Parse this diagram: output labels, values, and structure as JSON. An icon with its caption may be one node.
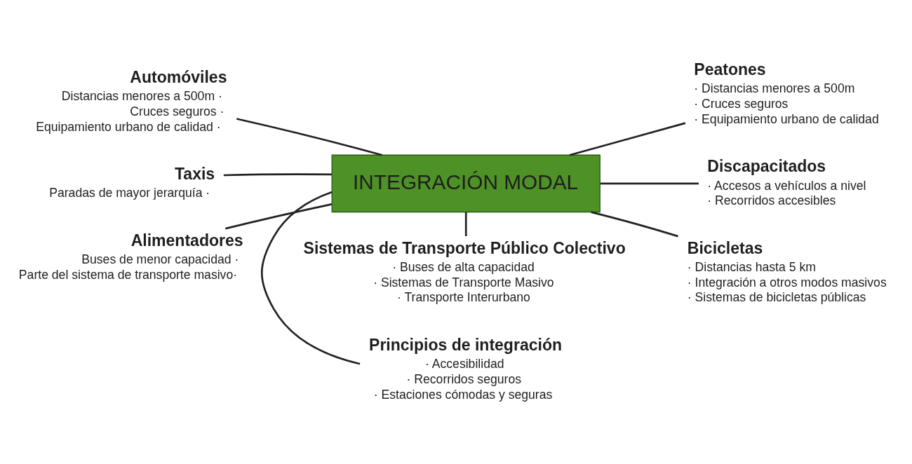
{
  "diagram": {
    "nodes": [
      {
        "text": [
          "INTEGRACIÓN MODAL"
        ]
      },
      {
        "text": [
          "Principios de integración",
          "· Accesibilidad",
          "· Recorridos seguros",
          "· Estaciones cómodas y seguras"
        ]
      },
      {
        "text": [
          "Automóviles",
          "Distancias menores a 500m ·",
          "Cruces seguros ·",
          "Equipamiento urbano de calidad ·"
        ]
      },
      {
        "text": [
          "Peatones",
          "· Distancias menores a 500m",
          "· Cruces seguros",
          "· Equipamiento urbano de calidad"
        ]
      },
      {
        "text": [
          "Taxis",
          "Paradas de mayor jerarquía ·"
        ]
      },
      {
        "text": [
          "Discapacitados",
          "· Accesos a vehículos a nivel",
          "· Recorridos accesibles"
        ]
      },
      {
        "text": [
          "Alimentadores",
          "Buses de menor capacidad ·",
          "Parte del sistema de transporte masivo·"
        ]
      },
      {
        "text": [
          "Bicicletas",
          "· Distancias hasta 5 km",
          "· Integración a otros modos masivos",
          "· Sistemas de bicicletas públicas"
        ]
      },
      {
        "text": [
          "Sistemas de Transporte Público Colectivo",
          "· Buses de alta capacidad",
          "· Sistemas de Transporte Masivo",
          "· Transporte Interurbano"
        ]
      }
    ],
    "edges": [
      {
        "from": 0,
        "to": 1,
        "arrow": "none"
      },
      {
        "from": 0,
        "to": 2,
        "arrow": "none"
      },
      {
        "from": 0,
        "to": 3,
        "arrow": "none"
      },
      {
        "from": 0,
        "to": 4,
        "arrow": "none"
      },
      {
        "from": 0,
        "to": 5,
        "arrow": "none"
      },
      {
        "from": 0,
        "to": 6,
        "arrow": "none"
      },
      {
        "from": 0,
        "to": 7,
        "arrow": "none"
      },
      {
        "from": 0,
        "to": 8,
        "arrow": "none"
      }
    ]
  }
}
